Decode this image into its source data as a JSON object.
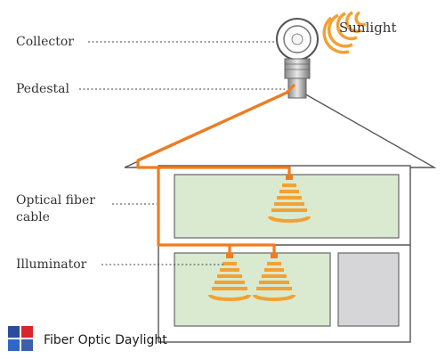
{
  "labels": {
    "collector": "Collector",
    "pedestal": "Pedestal",
    "optical_fiber_line1": "Optical fiber",
    "optical_fiber_line2": "cable",
    "illuminator": "Illuminator",
    "sunlight": "Sunlight"
  },
  "caption": {
    "text": "Fiber Optic Daylight",
    "logo": "windows-pane-icon"
  },
  "colors": {
    "cable": "#f07c1e",
    "sunlight": "#f2a134",
    "room_fill": "#d9ead0",
    "closed_room_fill": "#d6d6d8",
    "wall": "#555555"
  },
  "icons": [
    "collector-globe-icon",
    "sunlight-rays-icon",
    "illuminator-light-cone-icon"
  ]
}
